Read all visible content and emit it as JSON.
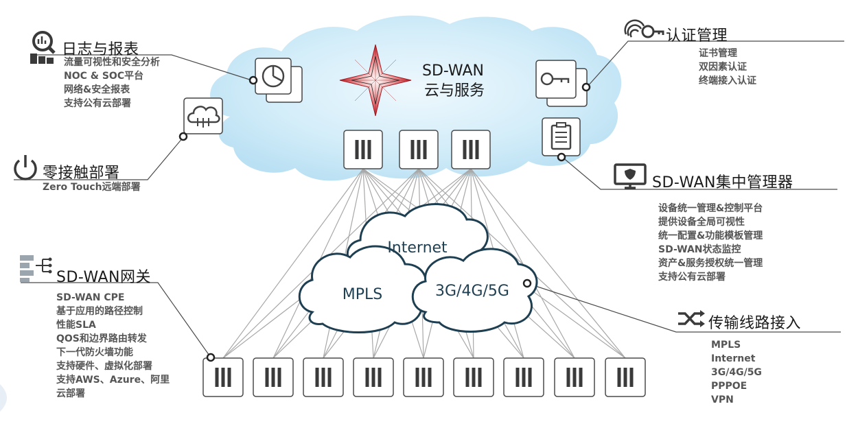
{
  "cloud": {
    "title_line1": "SD-WAN",
    "title_line2": "云与服务"
  },
  "networks": {
    "internet": "Internet",
    "mpls": "MPLS",
    "mobile": "3G/4G/5G"
  },
  "sections": {
    "logs": {
      "title": "日志与报表",
      "items": [
        "流量可视性和安全分析",
        "NOC & SOC平台",
        "网络&安全报表",
        "支持公有云部署"
      ]
    },
    "zero_touch": {
      "title": "零接触部署",
      "items": [
        "Zero Touch远端部署"
      ]
    },
    "gateway": {
      "title": "SD-WAN网关",
      "items": [
        "SD-WAN CPE",
        "基于应用的路径控制",
        "性能SLA",
        "QOS和边界路由转发",
        "下一代防火墙功能",
        "支持硬件、虚拟化部署",
        "支持AWS、Azure、阿里",
        "云部署"
      ]
    },
    "auth": {
      "title": "认证管理",
      "items": [
        "证书管理",
        "双因素认证",
        "终端接入认证"
      ]
    },
    "manager": {
      "title": "SD-WAN集中管理器",
      "items": [
        "设备统一管理&控制平台",
        "提供设备全局可视性",
        "统一配置&功能模板管理",
        "SD-WAN状态监控",
        "资产&服务授权统一管理",
        "支持公有云部署"
      ]
    },
    "transport": {
      "title": "传输线路接入",
      "items": [
        "MPLS",
        "Internet",
        "3G/4G/5G",
        "PPPOE",
        "VPN"
      ]
    }
  },
  "icons": [
    "magnifier-report-icon",
    "cloud-download-icon",
    "power-icon",
    "network-tree-icon",
    "fingerprint-key-icon",
    "monitor-shield-icon",
    "shuffle-icon",
    "pie-chart-icon",
    "key-icon",
    "clipboard-icon",
    "star-logo-icon"
  ],
  "colors": {
    "cloud": "#c6e6f6",
    "line": "#a8a8a8",
    "text": "#1a1a1a",
    "subtext": "#555555",
    "device_border": "#4a4a4a",
    "star_red": "#c8202a"
  }
}
